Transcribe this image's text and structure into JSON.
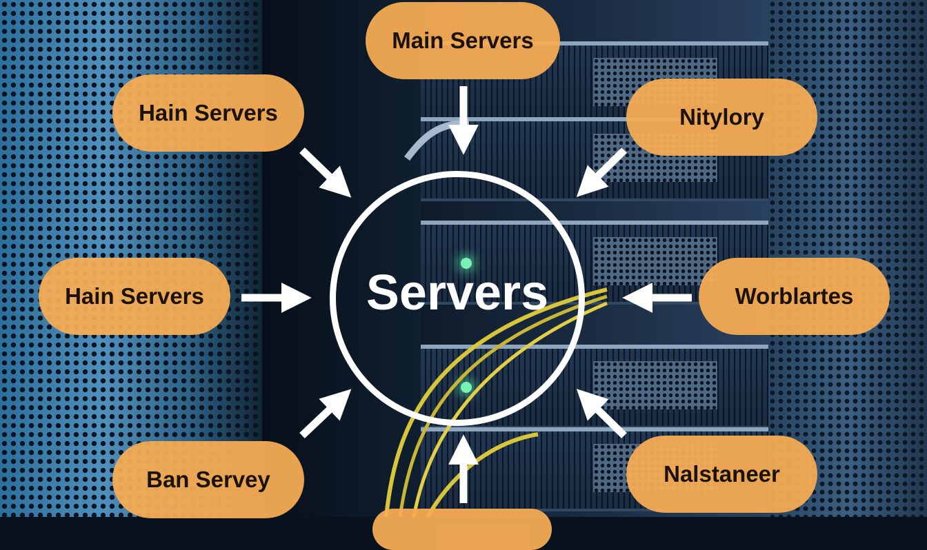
{
  "hub": {
    "label": "Servers"
  },
  "nodes": {
    "top": "Main Servers",
    "upper_left": "Hain Servers",
    "upper_right": "Nitylory",
    "middle_left": "Hain Servers",
    "middle_right": "Worblartes",
    "lower_left": "Ban Servey",
    "lower_right": "Nalstaneer",
    "bottom": ""
  },
  "colors": {
    "node_fill": "#f7ac54",
    "node_text": "#1b1209",
    "hub_stroke": "#ffffff",
    "arrow": "#ffffff",
    "cable": "#d8c53a"
  }
}
